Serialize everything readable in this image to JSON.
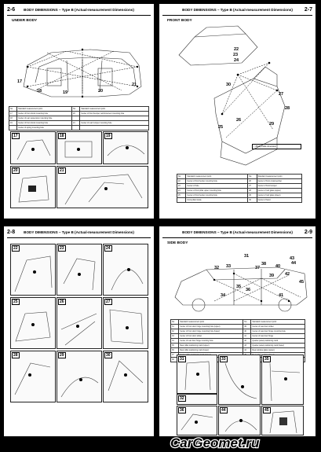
{
  "pages": [
    {
      "page_number": "2-6",
      "header": "BODY DIMENSIONS – Type B (Actual-measurement Dimensions)",
      "section": "UNDER BODY",
      "diagram_labels": [
        "17",
        "18",
        "19",
        "20",
        "21"
      ],
      "table": {
        "header": [
          "No.",
          "Standard measurement point",
          "No.",
          "Standard measurement point"
        ],
        "rows": [
          [
            "17",
            "Center of front shock mounting hole",
            "20",
            "Center of front bumper reinforcement mounting hole"
          ],
          [
            "18",
            "Center of rear suspension mounting hole",
            "",
            ""
          ],
          [
            "19",
            "Center of front shock mounting hole",
            "21",
            "Center of rear bumper mounting hole"
          ],
          [
            "",
            "Center of spring mounting hole",
            "",
            ""
          ]
        ]
      },
      "cells": [
        "17",
        "18",
        "19",
        "20",
        "21"
      ]
    },
    {
      "page_number": "2-7",
      "header": "BODY DIMENSIONS – Type B (Actual-measurement Dimensions)",
      "section": "FRONT BODY",
      "diagram_labels": [
        "22",
        "23",
        "24",
        "25",
        "26",
        "27",
        "28",
        "29",
        "30"
      ],
      "note": "( ) Body inside dimension",
      "table": {
        "header": [
          "No.",
          "Standard measurement point",
          "No.",
          "Standard measurement point"
        ],
        "rows": [
          [
            "22",
            "Center of front fender mounting hole",
            "26",
            "Center of front crossmember"
          ],
          [
            "23",
            "Center of hole",
            "27",
            "Center of front bumper"
          ],
          [
            "24",
            "Center of front pillar upper mounting hole",
            "28",
            "Center of roof glass (upper)"
          ],
          [
            "25",
            "Center of front fender mounting hole",
            "29",
            "Center of roof glass (lower)"
          ],
          [
            "",
            "Front pillar inside",
            "30",
            "Center of hood"
          ]
        ]
      }
    },
    {
      "page_number": "2-8",
      "header": "BODY DIMENSIONS – Type B (Actual-measurement Dimensions)",
      "cells": [
        "22",
        "23",
        "24",
        "25",
        "26",
        "27",
        "28",
        "29",
        "30"
      ]
    },
    {
      "page_number": "2-9",
      "header": "BODY DIMENSIONS – Type B (Actual-measurement Dimensions)",
      "section": "SIDE BODY",
      "diagram_labels": [
        "31",
        "32",
        "33",
        "34",
        "35",
        "36",
        "37",
        "38",
        "39",
        "40",
        "41",
        "42",
        "43",
        "44",
        "45"
      ],
      "table": {
        "header": [
          "No.",
          "Standard measurement point",
          "No.",
          "Standard measurement point"
        ],
        "rows": [
          [
            "31",
            "Center of front door hinge mounting hole (upper)",
            "39",
            "Center of rear door striker"
          ],
          [
            "32",
            "Center of front door hinge mounting hole (lower)",
            "40",
            "Center of rear door hinge mounting hole"
          ],
          [
            "33",
            "Center of front door striker",
            "41",
            "Center of rear door hinge"
          ],
          [
            "34",
            "Center of rear door hinge mounting hole",
            "42",
            "Quarter panel positioning mark"
          ],
          [
            "35",
            "Rear pillar positioning mark (upper)",
            "43",
            "Quarter panel positioning mark (lower)"
          ],
          [
            "36",
            "Rear pillar positioning mark (lower)",
            "44",
            "Rear window glass (upper)"
          ],
          [
            "37",
            "Center pillar positioning mark (upper)",
            "45",
            "Rear window glass (lower)"
          ],
          [
            "38",
            "Center pillar positioning mark (lower)",
            "",
            ""
          ]
        ]
      },
      "cells": [
        "31",
        "32",
        "33",
        "35",
        "36",
        "44",
        "45"
      ]
    }
  ],
  "watermark": "CarGeomet.ru",
  "colors": {
    "background": "#000000",
    "page": "#ffffff",
    "ink": "#000000"
  }
}
